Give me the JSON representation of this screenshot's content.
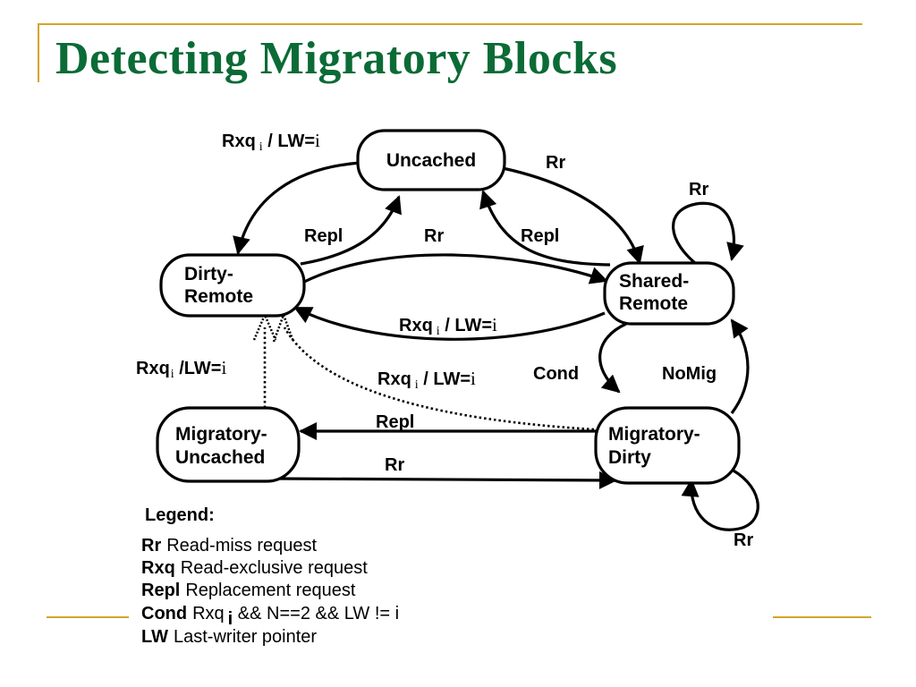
{
  "title": "Detecting Migratory Blocks",
  "states": {
    "uncached": "Uncached",
    "dirty_remote": [
      "Dirty-",
      "Remote"
    ],
    "shared_remote": [
      "Shared-",
      "Remote"
    ],
    "migratory_uncached": [
      "Migratory-",
      "Uncached"
    ],
    "migratory_dirty": [
      "Migratory-",
      "Dirty"
    ]
  },
  "edges": {
    "uncached_to_dirty": {
      "main": "Rxq",
      "sub": "i",
      "rest": " / LW=",
      "tail": "i"
    },
    "uncached_to_shared": "Rr",
    "shared_self": "Rr",
    "dirty_to_uncached": "Repl",
    "dirty_to_shared": "Rr",
    "shared_to_uncached": "Repl",
    "shared_to_dirty": {
      "main": "Rxq",
      "sub": "i",
      "rest": " / LW=",
      "tail": "i"
    },
    "migunc_to_dirty": {
      "main": "Rxq",
      "sub": "i",
      "rest": " /LW=",
      "tail": "i"
    },
    "migdirty_to_dirty": {
      "main": "Rxq",
      "sub": "i",
      "rest": " / LW=",
      "tail": "i"
    },
    "shared_to_migdirty": "Cond",
    "migdirty_to_shared": "NoMig",
    "migdirty_to_migunc": "Repl",
    "migunc_to_migdirty": "Rr",
    "migdirty_self": "Rr"
  },
  "legend": {
    "title": "Legend:",
    "items": [
      {
        "key": "Rr",
        "desc": "Read-miss request"
      },
      {
        "key": "Rxq",
        "desc": "Read-exclusive request"
      },
      {
        "key": "Repl",
        "desc": "Replacement request"
      },
      {
        "key": "Cond",
        "desc": "Rxq",
        "sub": "i",
        "rest": " && N==2 && LW != i"
      },
      {
        "key": "LW",
        "desc": "Last-writer pointer"
      }
    ]
  }
}
